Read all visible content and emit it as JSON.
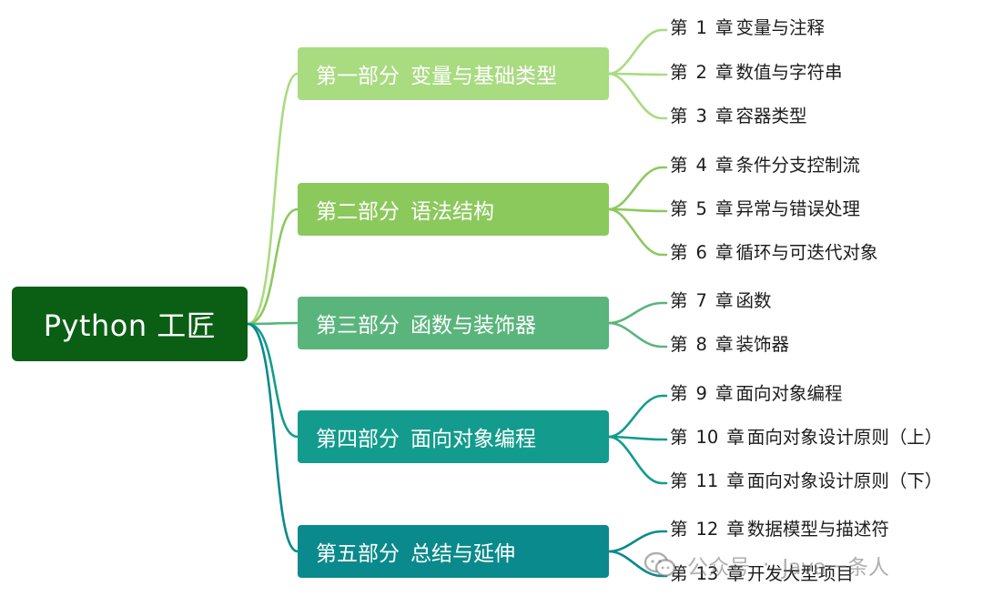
{
  "root": {
    "title": "Python 工匠",
    "color": "#0b5f15"
  },
  "sections": [
    {
      "label": "第一部分",
      "title": "变量与基础类型",
      "color": "#a9db81",
      "chapters": [
        {
          "prefix": "第",
          "num": "1",
          "suffix": "章",
          "title": "变量与注释"
        },
        {
          "prefix": "第",
          "num": "2",
          "suffix": "章",
          "title": "数值与字符串"
        },
        {
          "prefix": "第",
          "num": "3",
          "suffix": "章",
          "title": "容器类型"
        }
      ]
    },
    {
      "label": "第二部分",
      "title": "语法结构",
      "color": "#8bc95c",
      "chapters": [
        {
          "prefix": "第",
          "num": "4",
          "suffix": "章",
          "title": "条件分支控制流"
        },
        {
          "prefix": "第",
          "num": "5",
          "suffix": "章",
          "title": "异常与错误处理"
        },
        {
          "prefix": "第",
          "num": "6",
          "suffix": "章",
          "title": "循环与可迭代对象"
        }
      ]
    },
    {
      "label": "第三部分",
      "title": "函数与装饰器",
      "color": "#5ab57c",
      "chapters": [
        {
          "prefix": "第",
          "num": "7",
          "suffix": "章",
          "title": "函数"
        },
        {
          "prefix": "第",
          "num": "8",
          "suffix": "章",
          "title": "装饰器"
        }
      ]
    },
    {
      "label": "第四部分",
      "title": "面向对象编程",
      "color": "#139c8d",
      "chapters": [
        {
          "prefix": "第",
          "num": "9",
          "suffix": "章",
          "title": "面向对象编程"
        },
        {
          "prefix": "第",
          "num": "10",
          "suffix": "章",
          "title": "面向对象设计原则（上）"
        },
        {
          "prefix": "第",
          "num": "11",
          "suffix": "章",
          "title": "面向对象设计原则（下）"
        }
      ]
    },
    {
      "label": "第五部分",
      "title": "总结与延伸",
      "color": "#0a8a8c",
      "chapters": [
        {
          "prefix": "第",
          "num": "12",
          "suffix": "章",
          "title": "数据模型与描述符"
        },
        {
          "prefix": "第",
          "num": "13",
          "suffix": "章",
          "title": "开发大型项目"
        }
      ]
    }
  ],
  "watermark": {
    "platform": "公众号",
    "separator": "·",
    "account": "Java一条人"
  }
}
